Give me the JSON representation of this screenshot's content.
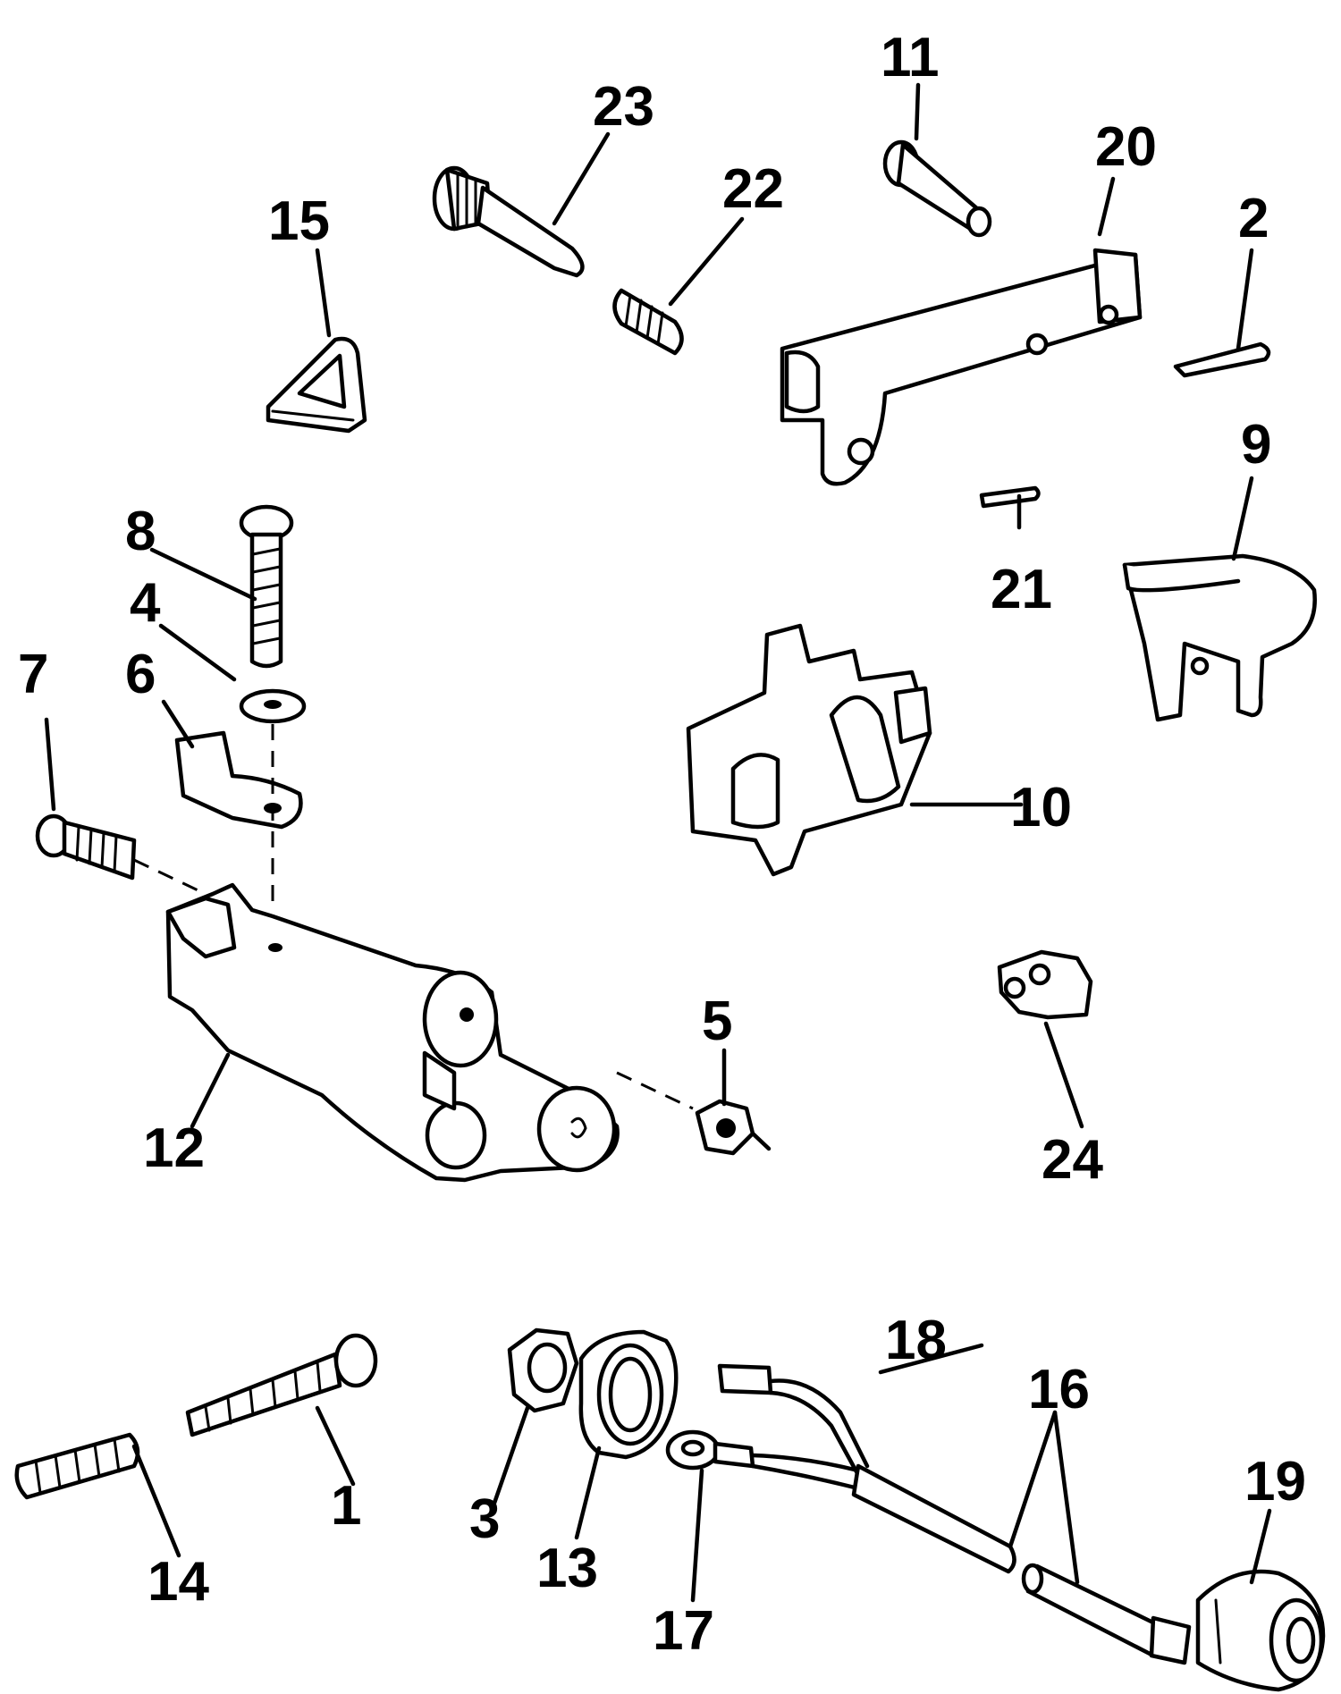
{
  "labels": {
    "p1": "1",
    "p2": "2",
    "p3": "3",
    "p4": "4",
    "p5": "5",
    "p6": "6",
    "p7": "7",
    "p8": "8",
    "p9": "9",
    "p10": "10",
    "p11": "11",
    "p12": "12",
    "p13": "13",
    "p14": "14",
    "p15": "15",
    "p16": "16",
    "p17": "17",
    "p18": "18",
    "p19": "19",
    "p20": "20",
    "p21": "21",
    "p22": "22",
    "p23": "23",
    "p24": "24"
  },
  "colors": {
    "line": "#000000",
    "background": "#ffffff"
  }
}
